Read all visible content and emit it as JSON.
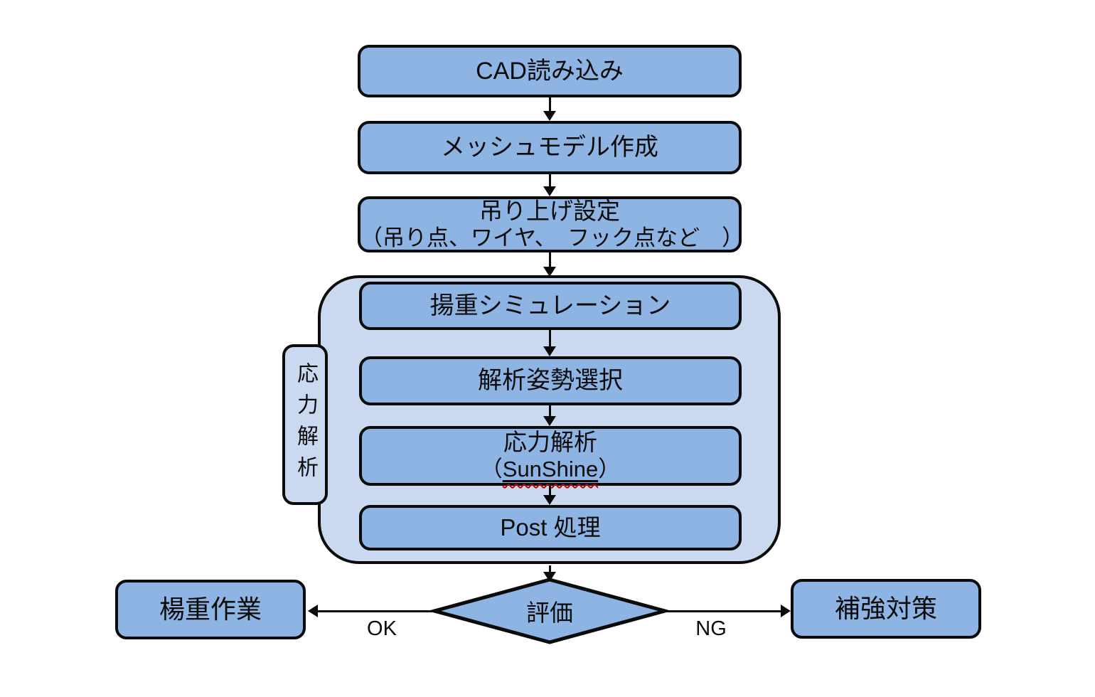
{
  "colors": {
    "box_fill": "#8EB4E3",
    "group_fill": "#CAD9F0",
    "wavy": "#C00000",
    "line": "#0b0b0b"
  },
  "steps": {
    "cad": "CAD読み込み",
    "mesh": "メッシュモデル作成",
    "lift_line1": "吊り上げ設定",
    "lift_line2": "（吊り点、ワイヤ、　フック点など　）",
    "sim": "揚重シミュレーション",
    "posture": "解析姿勢選択",
    "stress_line1": "応力解析",
    "stress_open": "（",
    "stress_name": "SunShine",
    "stress_close": "）",
    "post": "Post 処理"
  },
  "group": {
    "label": "応力解析"
  },
  "decision": {
    "label": "評価",
    "ok_label": "OK",
    "ng_label": "NG"
  },
  "outcomes": {
    "ok": "楊重作業",
    "ng": "補強対策"
  }
}
